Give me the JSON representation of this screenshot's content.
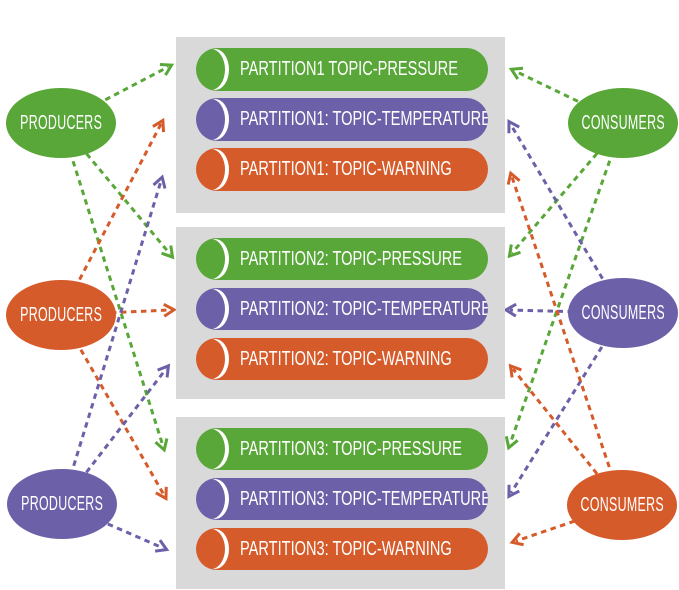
{
  "diagram": {
    "producers": [
      {
        "label": "PRODUCERS",
        "color": "#58a738"
      },
      {
        "label": "PRODUCERS",
        "color": "#d65b2b"
      },
      {
        "label": "PRODUCERS",
        "color": "#6c61a8"
      }
    ],
    "consumers": [
      {
        "label": "CONSUMERS",
        "color": "#58a738"
      },
      {
        "label": "CONSUMERS",
        "color": "#6c61a8"
      },
      {
        "label": "CONSUMERS",
        "color": "#d65b2b"
      }
    ],
    "partitions": [
      {
        "rows": [
          {
            "label": "PARTITION1 TOPIC-PRESSURE",
            "color": "#58a738"
          },
          {
            "label": "PARTITION1: TOPIC-TEMPERATURE",
            "color": "#6c61a8"
          },
          {
            "label": "PARTITION1: TOPIC-WARNING",
            "color": "#d65b2b"
          }
        ]
      },
      {
        "rows": [
          {
            "label": "PARTITION2: TOPIC-PRESSURE",
            "color": "#58a738"
          },
          {
            "label": "PARTITION2: TOPIC-TEMPERATURE",
            "color": "#6c61a8"
          },
          {
            "label": "PARTITION2: TOPIC-WARNING",
            "color": "#d65b2b"
          }
        ]
      },
      {
        "rows": [
          {
            "label": "PARTITION3: TOPIC-PRESSURE",
            "color": "#58a738"
          },
          {
            "label": "PARTITION3: TOPIC-TEMPERATURE",
            "color": "#6c61a8"
          },
          {
            "label": "PARTITION3: TOPIC-WARNING",
            "color": "#d65b2b"
          }
        ]
      }
    ],
    "colors": {
      "green": "#58a738",
      "purple": "#6c61a8",
      "orange": "#d65b2b",
      "box_background": "#d9d9d9",
      "label_text": "#ffffff"
    }
  }
}
